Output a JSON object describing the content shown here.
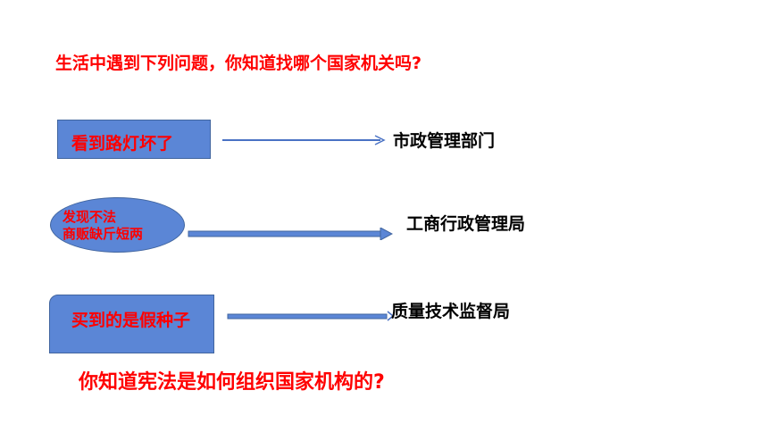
{
  "heading": "生活中遇到下列问题，你知道找哪个国家机关吗?",
  "rows": [
    {
      "problem": "看到路灯坏了",
      "agency": "市政管理部门"
    },
    {
      "problem_line1": "发现不法",
      "problem_line2": "商贩缺斤短两",
      "agency": "工商行政管理局"
    },
    {
      "problem": "买到的是假种子",
      "agency": "质量技术监督局"
    }
  ],
  "question": "你知道宪法是如何组织国家机构的?",
  "colors": {
    "shape_fill": "#5b86d6",
    "shape_border": "#41659f",
    "red_text": "#ff0000",
    "arrow": "#4a72c4"
  }
}
